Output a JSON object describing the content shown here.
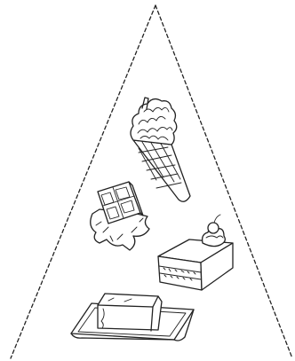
{
  "scene": {
    "background_color": "#ffffff",
    "line_color": "#222222",
    "pyramid": {
      "style": "dashed"
    },
    "items": [
      {
        "id": "ice-cream-cone",
        "icon": "ice-cream-cone-icon"
      },
      {
        "id": "chocolate-bar",
        "icon": "chocolate-bar-icon"
      },
      {
        "id": "cake-slice",
        "icon": "cake-slice-icon"
      },
      {
        "id": "butter-dish",
        "icon": "butter-dish-icon"
      }
    ]
  }
}
